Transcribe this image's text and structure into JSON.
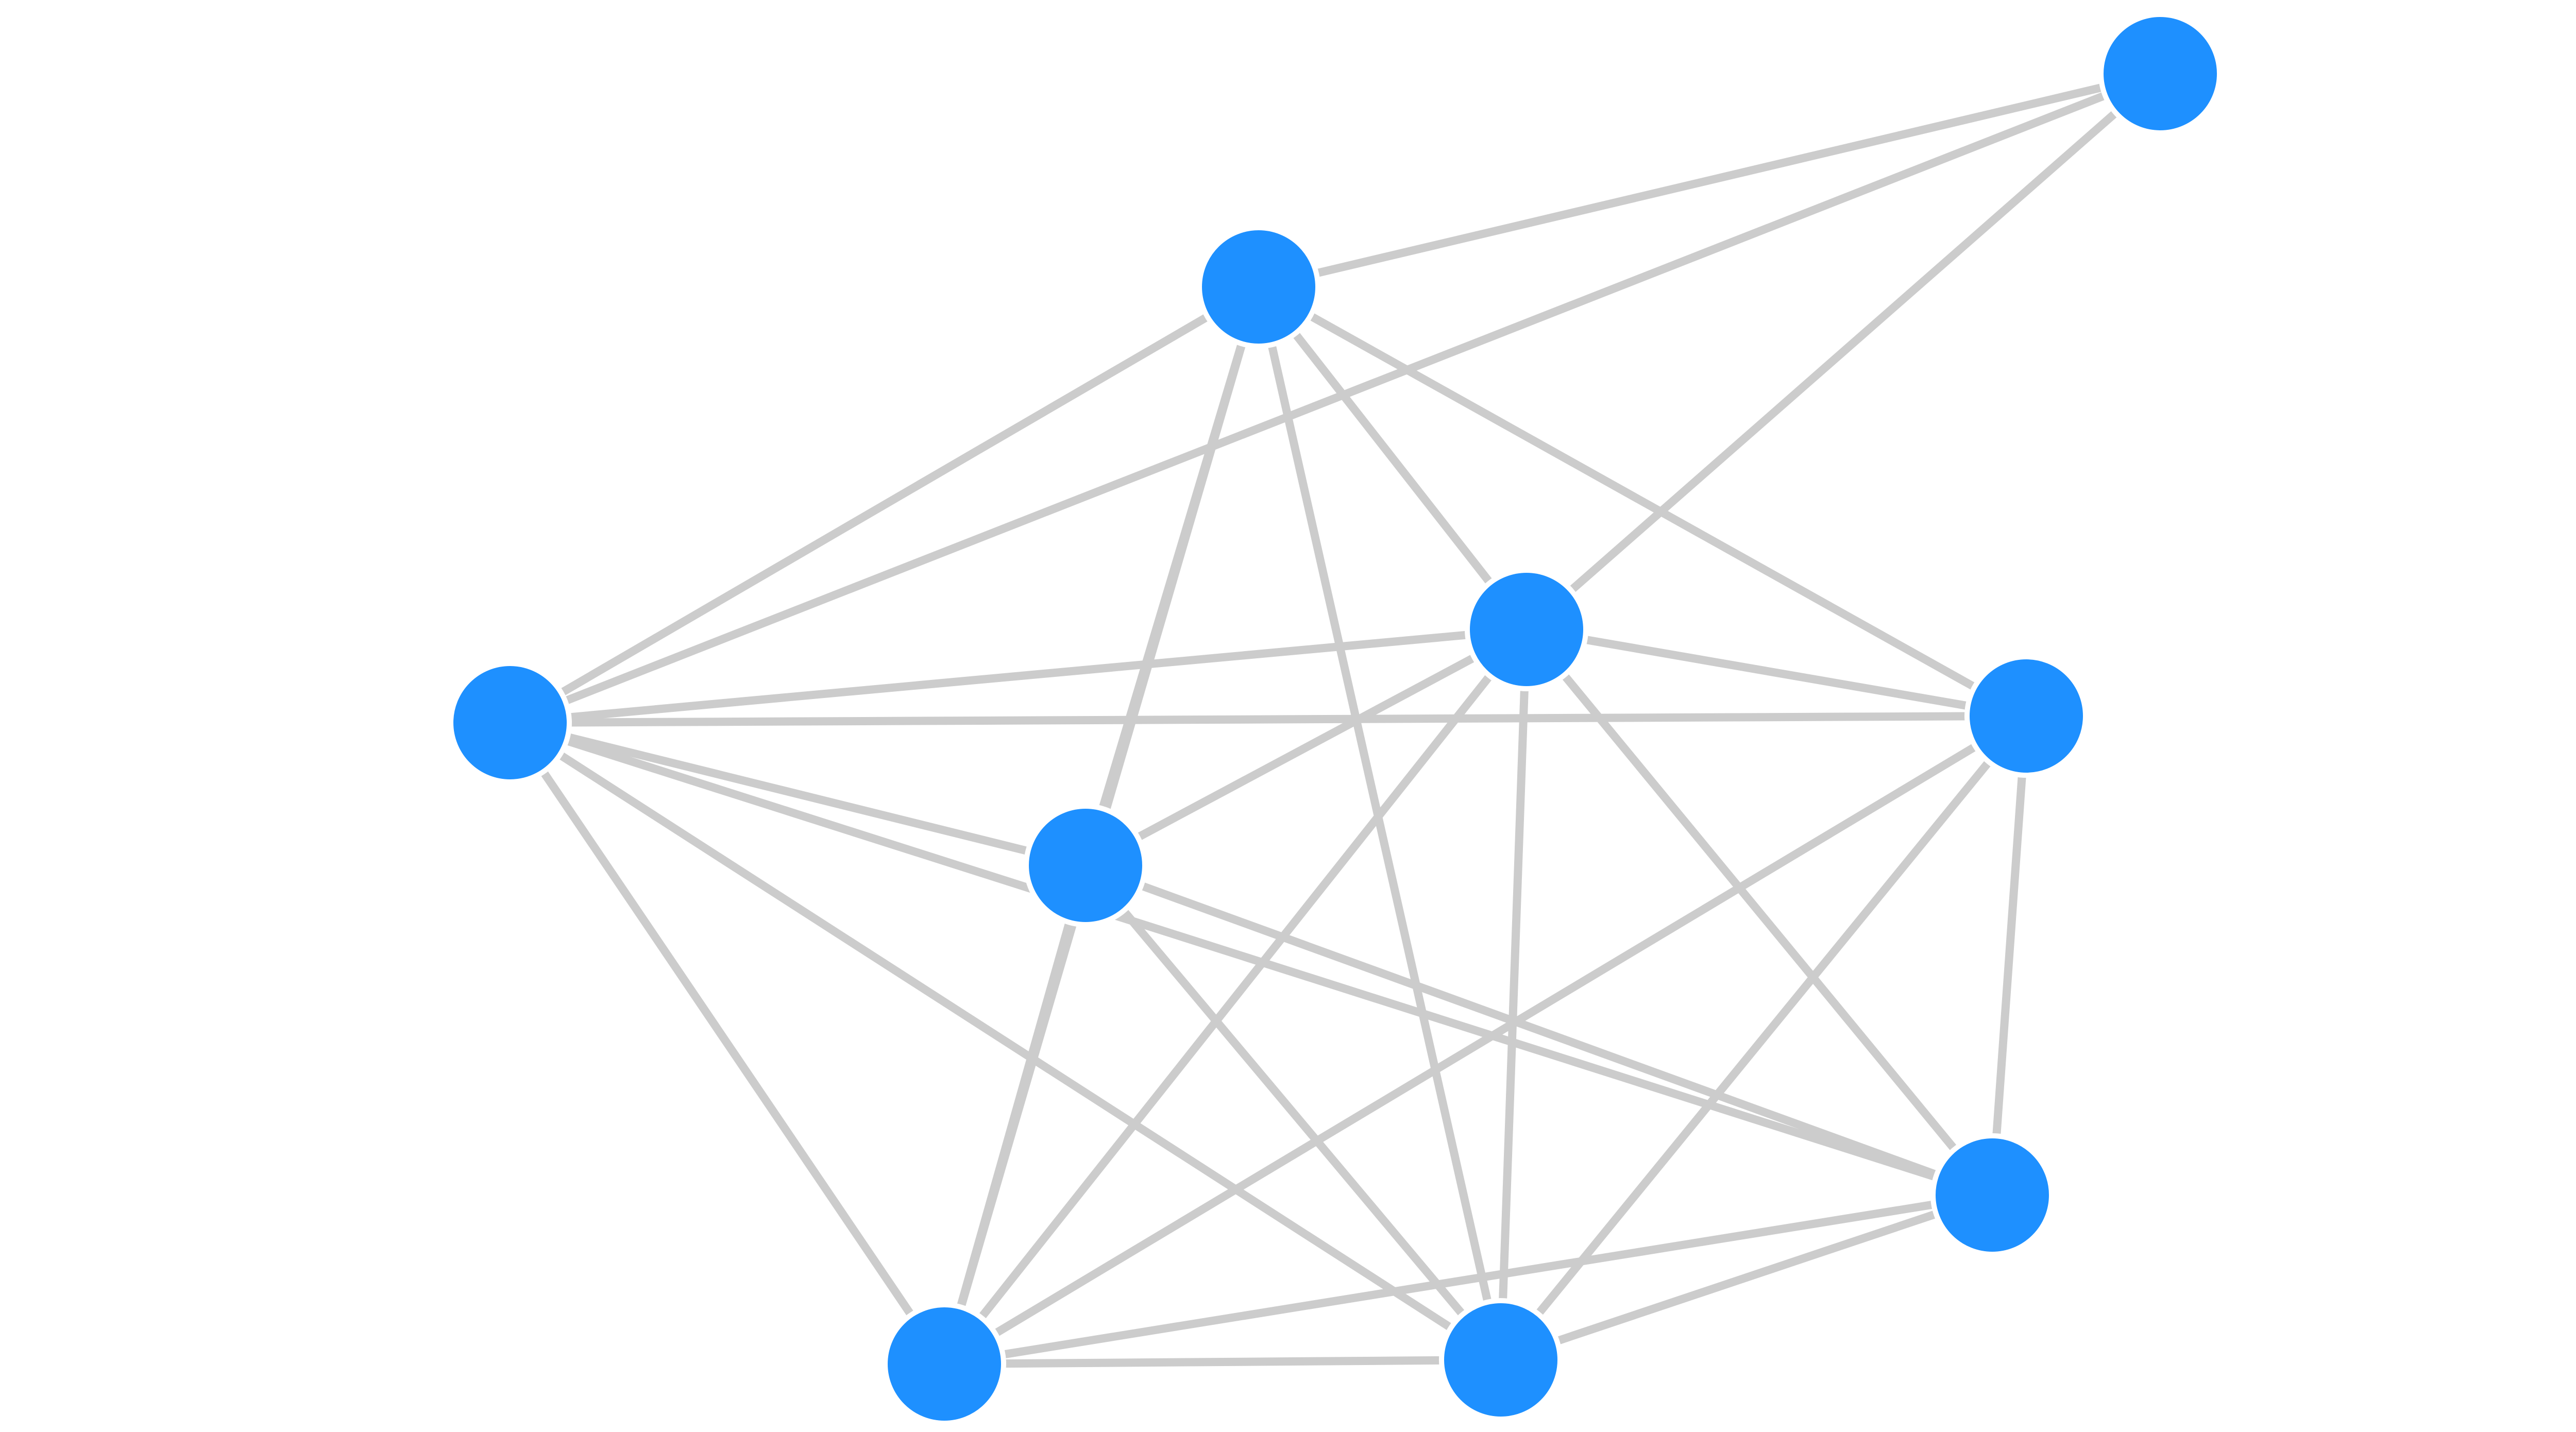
{
  "graph": {
    "node_color": "#1e90ff",
    "edge_color": "#cccccc",
    "background": "#ffffff",
    "nodes": [
      "n1",
      "n2",
      "n3",
      "n4",
      "n5",
      "n6",
      "n7",
      "n8",
      "n9"
    ],
    "edges": [
      [
        "n1",
        "n2"
      ],
      [
        "n1",
        "n3"
      ],
      [
        "n1",
        "n5"
      ],
      [
        "n2",
        "n3"
      ],
      [
        "n2",
        "n4"
      ],
      [
        "n2",
        "n5"
      ],
      [
        "n2",
        "n6"
      ],
      [
        "n2",
        "n7"
      ],
      [
        "n2",
        "n8"
      ],
      [
        "n3",
        "n4"
      ],
      [
        "n3",
        "n5"
      ],
      [
        "n3",
        "n6"
      ],
      [
        "n3",
        "n7"
      ],
      [
        "n3",
        "n8"
      ],
      [
        "n3",
        "n9"
      ],
      [
        "n4",
        "n5"
      ],
      [
        "n4",
        "n7"
      ],
      [
        "n4",
        "n8"
      ],
      [
        "n4",
        "n9"
      ],
      [
        "n5",
        "n6"
      ],
      [
        "n5",
        "n7"
      ],
      [
        "n5",
        "n8"
      ],
      [
        "n5",
        "n9"
      ],
      [
        "n6",
        "n7"
      ],
      [
        "n6",
        "n8"
      ],
      [
        "n6",
        "n9"
      ],
      [
        "n7",
        "n8"
      ],
      [
        "n7",
        "n9"
      ],
      [
        "n8",
        "n9"
      ]
    ]
  }
}
